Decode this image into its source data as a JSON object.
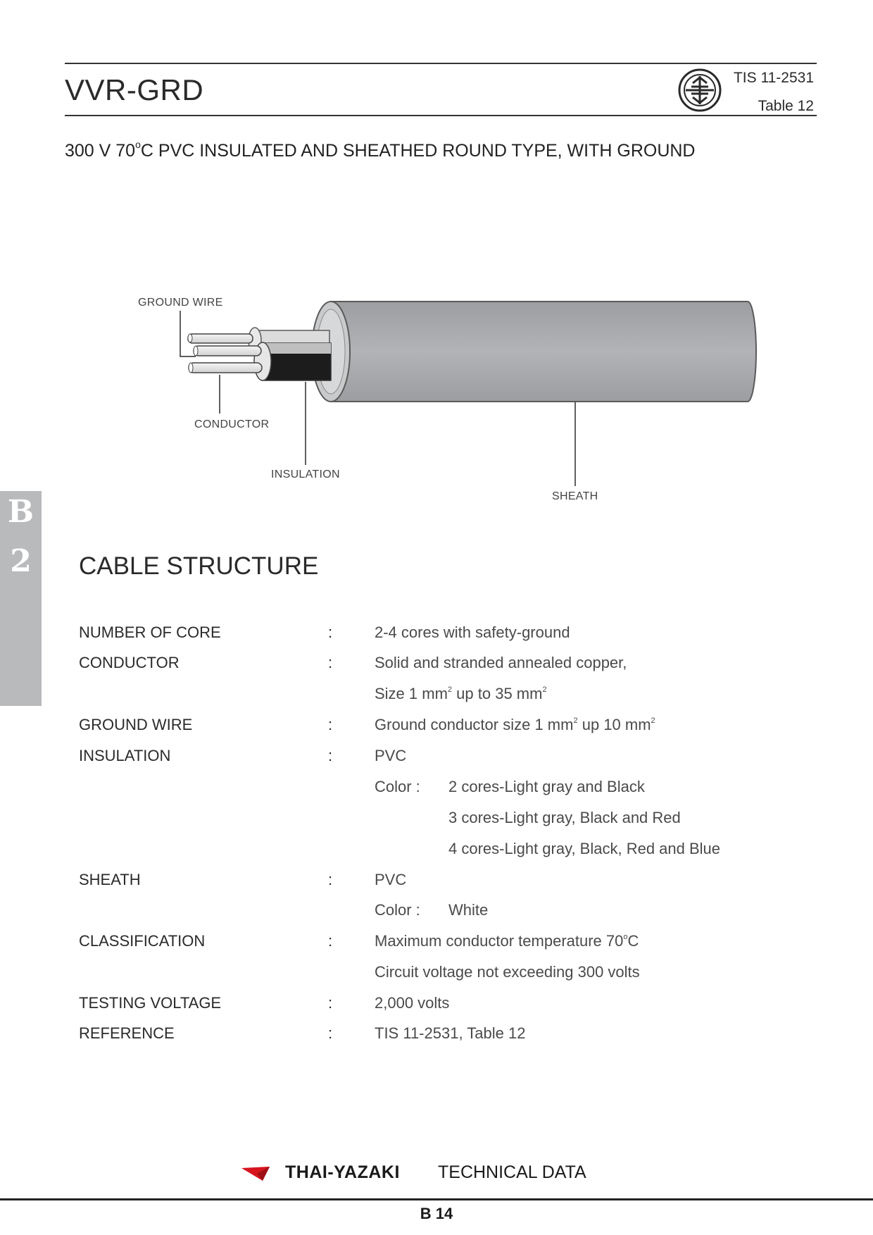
{
  "header": {
    "title": "VVR-GRD",
    "standard": "TIS 11-2531",
    "table": "Table 12"
  },
  "subtitle": {
    "voltage": "300 V 70",
    "degree": "o",
    "rest": "C PVC INSULATED AND SHEATHED ROUND TYPE, WITH GROUND"
  },
  "diagram": {
    "ground_wire_label": "GROUND WIRE",
    "conductor_label": "CONDUCTOR",
    "insulation_label": "INSULATION",
    "sheath_label": "SHEATH"
  },
  "side_tab": {
    "letter": "B",
    "number": "2"
  },
  "section_title": "CABLE STRUCTURE",
  "specs": {
    "number_of_core": {
      "label": "NUMBER OF CORE",
      "value": "2-4 cores with safety-ground"
    },
    "conductor": {
      "label": "CONDUCTOR",
      "line1": "Solid and stranded annealed copper,",
      "size_a": "Size 1 mm",
      "size_b": " up to 35 mm",
      "sup": "2"
    },
    "ground_wire": {
      "label": "GROUND WIRE",
      "size_a": "Ground conductor size 1 mm",
      "size_b": " up 10 mm",
      "sup": "2"
    },
    "insulation": {
      "label": "INSULATION",
      "material": "PVC",
      "color_label": "Color :",
      "colors": [
        "2 cores-Light gray and Black",
        "3 cores-Light gray, Black and Red",
        "4 cores-Light gray, Black, Red and Blue"
      ]
    },
    "sheath": {
      "label": "SHEATH",
      "material": "PVC",
      "color_label": "Color :",
      "color": "White"
    },
    "classification": {
      "label": "CLASSIFICATION",
      "temp_a": "Maximum conductor temperature 70",
      "degree": "o",
      "temp_b": "C",
      "voltage": "Circuit voltage not exceeding 300 volts"
    },
    "testing_voltage": {
      "label": "TESTING VOLTAGE",
      "value": "2,000  volts"
    },
    "reference": {
      "label": "REFERENCE",
      "value": "TIS 11-2531, Table 12"
    },
    "colon": ":"
  },
  "footer": {
    "brand": "THAI-YAZAKI",
    "tagline": "TECHNICAL  DATA",
    "page": "B 14"
  },
  "colors": {
    "sheath_gray": "#a7a8ab",
    "side_tab_gray": "#b9babc",
    "brand_red": "#d7141e"
  }
}
